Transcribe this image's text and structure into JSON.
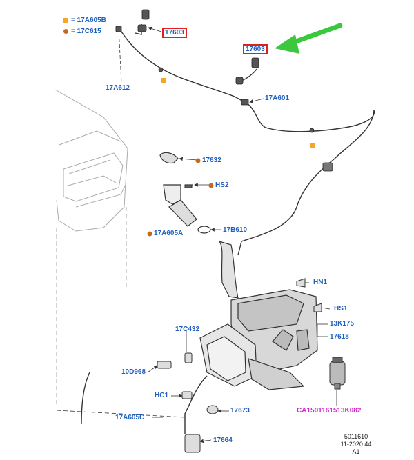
{
  "legend": {
    "square_text": "= 17A605B",
    "circle_text": "= 17C615"
  },
  "colors": {
    "label_blue": "#1f5fbf",
    "highlight_red": "#e02020",
    "arrow_green": "#3cc83c",
    "square_marker": "#f5a623",
    "circle_marker": "#c46a1a",
    "magenta_label": "#d028c8"
  },
  "labels": {
    "p17603_top": "17603",
    "p17603_right": "17603",
    "p17A612": "17A612",
    "p17A601": "17A601",
    "p17632": "17632",
    "pHS2": "HS2",
    "p17B610": "17B610",
    "p17A605A": "17A605A",
    "pHN1": "HN1",
    "pHS1": "HS1",
    "p13K175": "13K175",
    "p17618": "17618",
    "p17C432": "17C432",
    "p10D968": "10D968",
    "pHC1": "HC1",
    "p17673": "17673",
    "p17A605C": "17A605C",
    "p17664": "17664",
    "pCA": "CA1501161513K082"
  },
  "footer": {
    "line1": "5011610",
    "line2": "11-2020 44",
    "line3": "A1"
  }
}
